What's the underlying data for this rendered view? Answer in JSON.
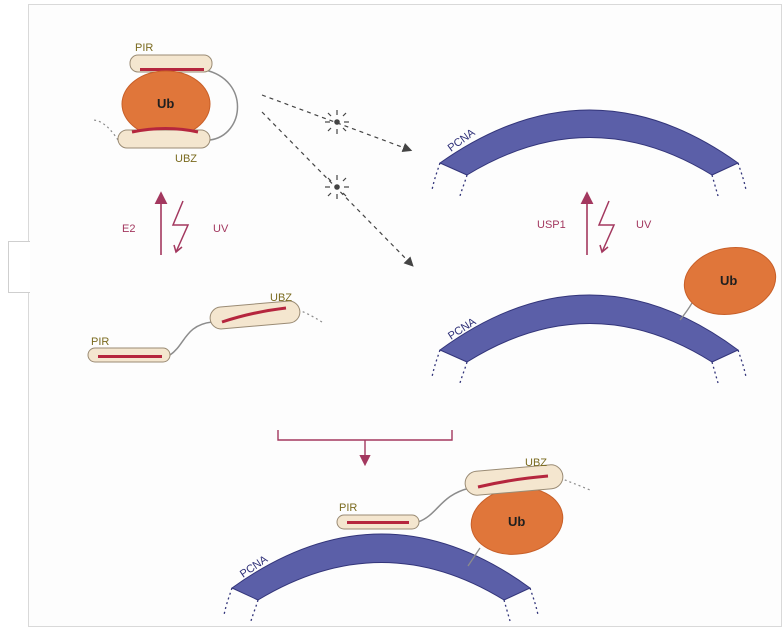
{
  "labels": {
    "pir": "PIR",
    "ubz": "UBZ",
    "ub": "Ub",
    "pcna": "PCNA",
    "e2": "E2",
    "uv": "UV",
    "usp1": "USP1"
  },
  "colors": {
    "pcna_fill": "#5b5fa8",
    "pcna_stroke": "#33357a",
    "ub_fill": "#e0763a",
    "motif_fill": "#f4e6cf",
    "motif_stripe": "#b5263e",
    "arrow": "#a3385f",
    "dashed_arrow": "#444444"
  }
}
